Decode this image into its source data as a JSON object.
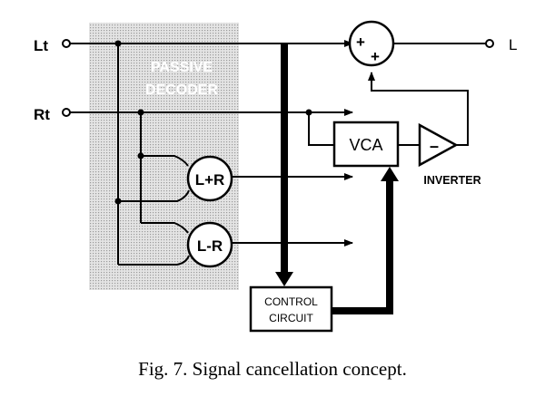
{
  "inputs": {
    "lt": "Lt",
    "rt": "Rt"
  },
  "output": {
    "l": "L"
  },
  "decoder": {
    "line1": "PASSIVE",
    "line2": "DECODER"
  },
  "blocks": {
    "sum_top": "L+R",
    "diff_bottom": "L-R",
    "vca": "VCA",
    "inverter_sign": "–",
    "inverter_label": "INVERTER",
    "control_line1": "CONTROL",
    "control_line2": "CIRCUIT"
  },
  "summer": {
    "plus_left": "+",
    "plus_bottom": "+"
  },
  "caption": "Fig. 7.  Signal cancellation concept.",
  "colors": {
    "ink": "#000000",
    "decoder_fill": "#d9d9d9"
  }
}
